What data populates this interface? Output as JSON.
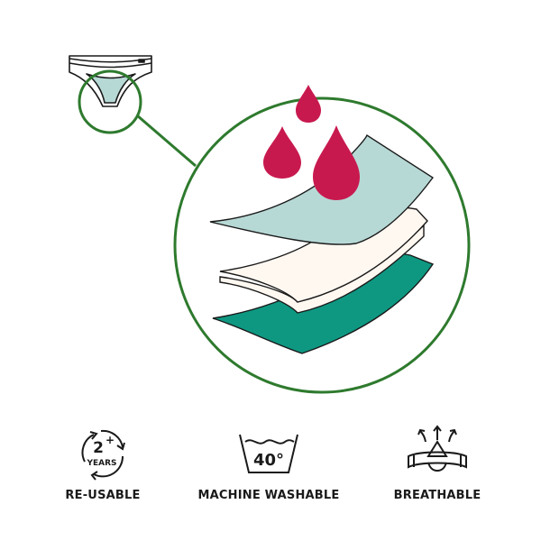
{
  "colors": {
    "ring": "#2e7a2e",
    "drop": "#c8194f",
    "top_layer": "#b7d9d6",
    "middle_layer": "#fff8f1",
    "bottom_layer": "#0e9882",
    "outline": "#1a1a1a"
  },
  "features": [
    {
      "icon": "recycle-arrows-icon",
      "icon_number": "2",
      "icon_sup": "+",
      "icon_sub": "YEARS",
      "label": "RE-USABLE"
    },
    {
      "icon": "wash-basin-icon",
      "icon_number": "40°",
      "label": "MACHINE WASHABLE"
    },
    {
      "icon": "breathable-fabric-icon",
      "label": "BREATHABLE"
    }
  ]
}
